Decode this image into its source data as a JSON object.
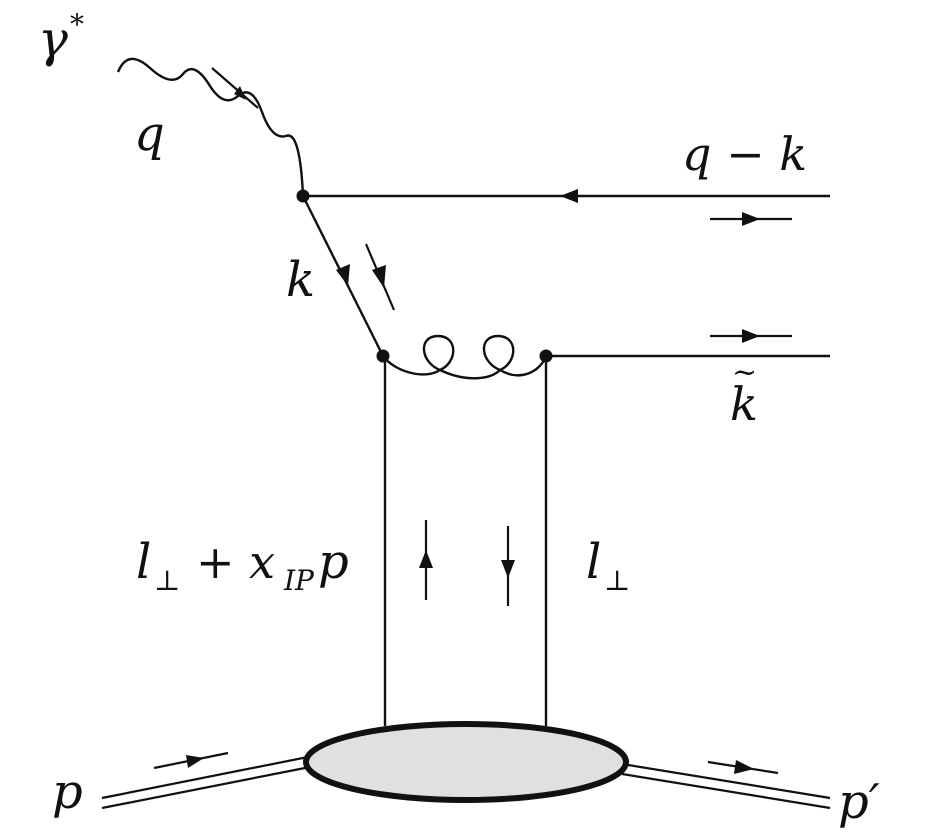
{
  "diagram": {
    "labels": {
      "photon": "γ",
      "photon_sup": "*",
      "q": "q",
      "q_minus_k": "q − k",
      "k": "k",
      "k_tilde": "k",
      "k_tilde_accent": "~",
      "l_perp_left": "l",
      "l_perp_left_sub": "⊥",
      "l_perp_left_plus": "+ x",
      "l_perp_left_sub_ip": "IP",
      "l_perp_left_p": "p",
      "l_perp_right": "l",
      "l_perp_right_sub": "⊥",
      "p": "p",
      "p_prime": "p′"
    },
    "colors": {
      "line": "#111111",
      "blob_fill": "#e0e0e0"
    }
  }
}
